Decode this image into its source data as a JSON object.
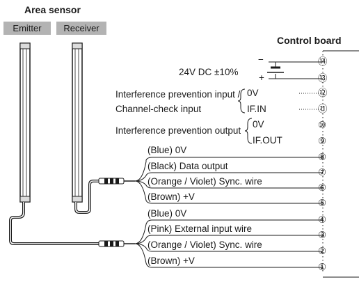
{
  "title": "Area sensor",
  "tabs": {
    "emitter": "Emitter",
    "receiver": "Receiver"
  },
  "control_board": "Control board",
  "power": {
    "label": "24V DC ±10%",
    "minus": "−",
    "plus": "+"
  },
  "interference_input": {
    "label_line1": "Interference prevention input /",
    "label_line2": "Channel-check input",
    "zero_v": "0V",
    "if_in": "IF.IN"
  },
  "interference_output": {
    "label": "Interference prevention output",
    "zero_v": "0V",
    "if_out": "IF.OUT"
  },
  "receiver_wires": [
    {
      "label": "(Blue) 0V",
      "terminal": "⑧"
    },
    {
      "label": "(Black) Data output",
      "terminal": "⑦"
    },
    {
      "label": "(Orange / Violet) Sync. wire",
      "terminal": "⑥"
    },
    {
      "label": "(Brown) +V",
      "terminal": "⑤"
    }
  ],
  "emitter_wires": [
    {
      "label": "(Blue) 0V",
      "terminal": "④"
    },
    {
      "label": "(Pink) External input wire",
      "terminal": "③"
    },
    {
      "label": "(Orange / Violet) Sync. wire",
      "terminal": "②"
    },
    {
      "label": "(Brown) +V",
      "terminal": "①"
    }
  ],
  "terminals": {
    "t14": "⑭",
    "t13": "⑬",
    "t12": "⑫",
    "t11": "⑪",
    "t10": "⑩",
    "t9": "⑨"
  }
}
